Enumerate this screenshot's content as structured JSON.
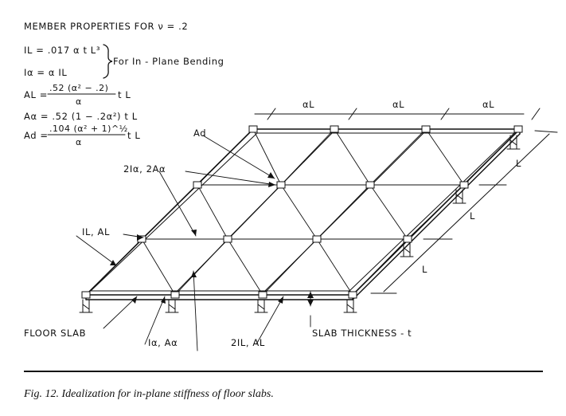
{
  "properties": {
    "heading": "MEMBER PROPERTIES FOR ν = .2",
    "IL": "IL = .017 α t L³",
    "Ia": "Iα = α IL",
    "bending_note": "For In - Plane Bending",
    "AL_lhs": "AL =",
    "AL_num": ".52 (α² − .2)",
    "AL_den": "α",
    "AL_tail": "t L",
    "Aa": "Aα = .52 (1 − .2α²) t L",
    "Ad_lhs": "Ad =",
    "Ad_num": ".104 (α² + 1)^½",
    "Ad_den": "α",
    "Ad_tail": "t L"
  },
  "labels": {
    "ad": "Ad",
    "two_ia": "2Iα, 2Aα",
    "il_al": "IL, AL",
    "floor_slab": "FLOOR SLAB",
    "ia_aa": "Iα, Aα",
    "two_il": "2IL, AL",
    "slab_thickness": "SLAB THICKNESS - t",
    "al_1": "αL",
    "al_2": "αL",
    "al_3": "αL",
    "L_1": "L",
    "L_2": "L",
    "L_3": "L"
  },
  "caption": "Fig. 12. Idealization for in-plane stiffness of floor slabs."
}
